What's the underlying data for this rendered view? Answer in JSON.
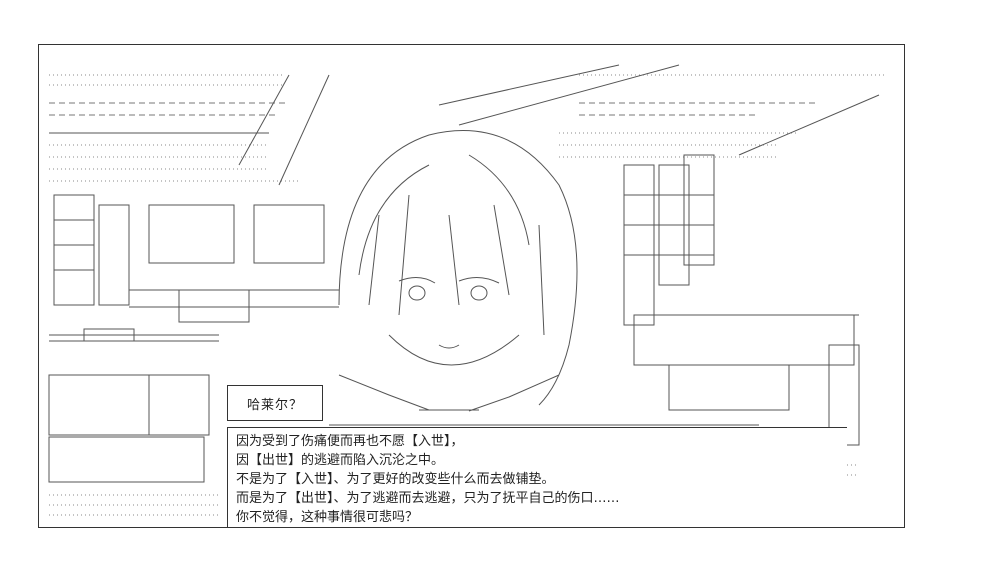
{
  "dialogue": {
    "speaker": "哈莱尔？",
    "lines": [
      "因为受到了伤痛便而再也不愿【入世】，",
      "因【出世】的逃避而陷入沉沦之中。",
      "不是为了【入世】、为了更好的改变些什么而去做铺垫。",
      "而是为了【出世】、为了逃避而去逃避，只为了抚平自己的伤口……",
      "你不觉得，这种事情很可悲吗？"
    ]
  }
}
